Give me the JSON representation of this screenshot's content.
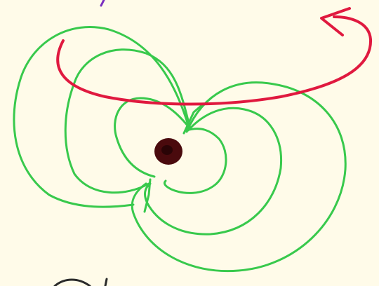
{
  "colors": {
    "background": "#fffbe9",
    "field_line": "#38c94c",
    "rotation_arrow": "#e0193f",
    "dipole_center": "#4a0a0d",
    "top_mark": "#7a2fc0",
    "bottom_mark": "#2a2a2a"
  },
  "diagram": {
    "elements": [
      "dipole-center",
      "field-line-loops",
      "rotation-arrow"
    ]
  }
}
